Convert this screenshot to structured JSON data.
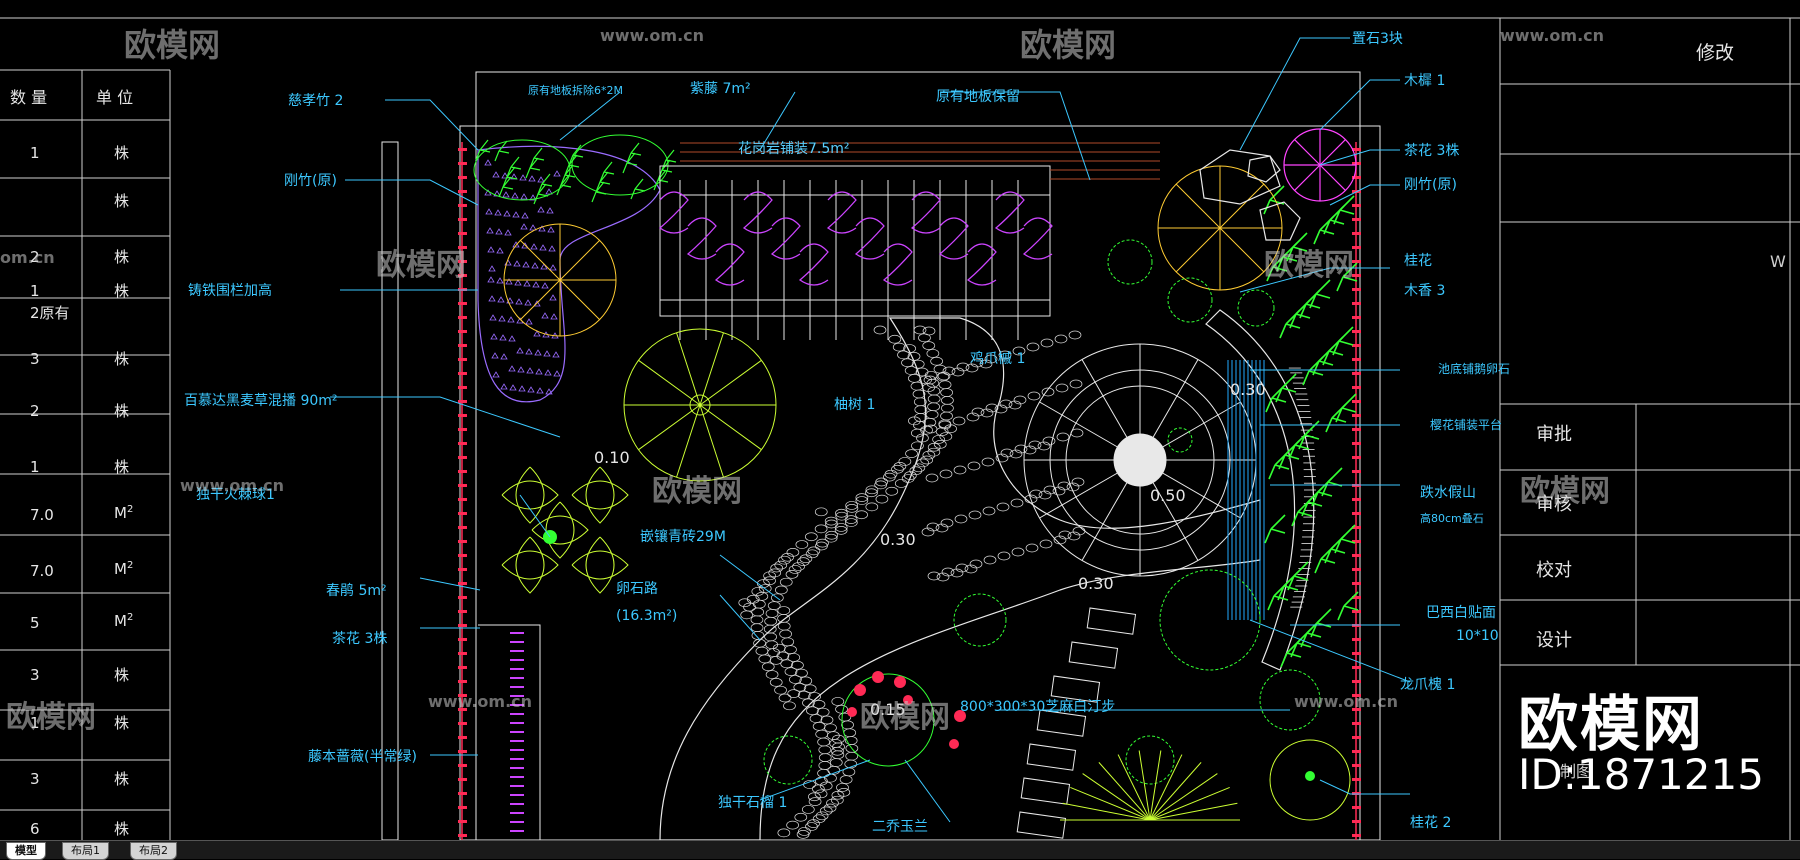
{
  "table": {
    "header": {
      "qty": "数 量",
      "unit": "单 位"
    },
    "rows": [
      {
        "qty": "1",
        "unit": "株"
      },
      {
        "qty": "",
        "unit": "株"
      },
      {
        "qty": "2",
        "unit": "株"
      },
      {
        "qty": "1\n2原有",
        "unit": "株"
      },
      {
        "qty": "3",
        "unit": "株"
      },
      {
        "qty": "2",
        "unit": "株"
      },
      {
        "qty": "1",
        "unit": "株"
      },
      {
        "qty": "7.0",
        "unit": "M2"
      },
      {
        "qty": "7.0",
        "unit": "M2"
      },
      {
        "qty": "5",
        "unit": "M2"
      },
      {
        "qty": "3",
        "unit": "株"
      },
      {
        "qty": "1",
        "unit": "株"
      },
      {
        "qty": "3",
        "unit": "株"
      },
      {
        "qty": "6",
        "unit": "株"
      }
    ]
  },
  "title_block": {
    "revise": "修改",
    "approve": "审批",
    "review": "审核",
    "check": "校对",
    "design": "设计",
    "drawing": "制图",
    "side_frag": "W"
  },
  "labels": {
    "cixiao_bamboo": "慈孝竹 2",
    "gangzhu_left": "刚竹(原)",
    "iron_fence": "铸铁围栏加高",
    "grass": "百慕达黑麦草混播 90m²",
    "dusong": "独干火棘球1",
    "spring_flower": "春鹃 5m²",
    "camellia_left": "茶花 3株",
    "rose": "藤本蔷薇(半常绿)",
    "original_paving": "原有地板拆除6*2M",
    "wisteria": "紫藤 7m²",
    "flower_corridor": "花岗岩铺装7.5m²",
    "original_floor": "原有地板保留",
    "stone3": "置石3块",
    "wood_deck": "木樨 1",
    "camellia_right": "茶花 3株",
    "gangzhu_right": "刚竹(原)",
    "ficus": "桂花",
    "muxiang": "木香 3",
    "chicken_maple": "鸡爪槭 1",
    "pine": "柚树 1",
    "pool_wall": "池底铺鹅卵石",
    "flower_platform": "樱花铺装平台",
    "rockery": "跌水假山",
    "rockery_sub": "高80cm叠石",
    "tile_path": "嵌镶青砖29M",
    "pebble": "卵石路",
    "pebble_area": "(16.3m²)",
    "brazil": "巴西白贴面",
    "brazil_sub": "10*10",
    "dragon_maple": "龙爪槐 1",
    "stepping": "800*300*30芝麻白汀步",
    "pomegranate": "独干石榴 1",
    "magnolia": "二乔玉兰",
    "osmanthus": "桂花 2",
    "lv_010": "0.10",
    "lv_015": "0.15",
    "lv_030": "0.30",
    "lv_030b": "0.30",
    "lv_030c": "0.30",
    "lv_050": "0.50"
  },
  "watermark": {
    "brand": "欧模网",
    "url": "www.om.cn",
    "url_frag": "om.cn",
    "id": "ID:1871215"
  },
  "tabs": [
    "模型",
    "布局1",
    "布局2"
  ],
  "colors": {
    "bg": "#000000",
    "leader": "#3cc8ff",
    "cad_green": "#33ff33",
    "cad_yellow": "#ffcc33",
    "cad_magenta": "#cc44ff",
    "cad_red": "#ff2a55",
    "cad_white": "#e8e8e8"
  }
}
